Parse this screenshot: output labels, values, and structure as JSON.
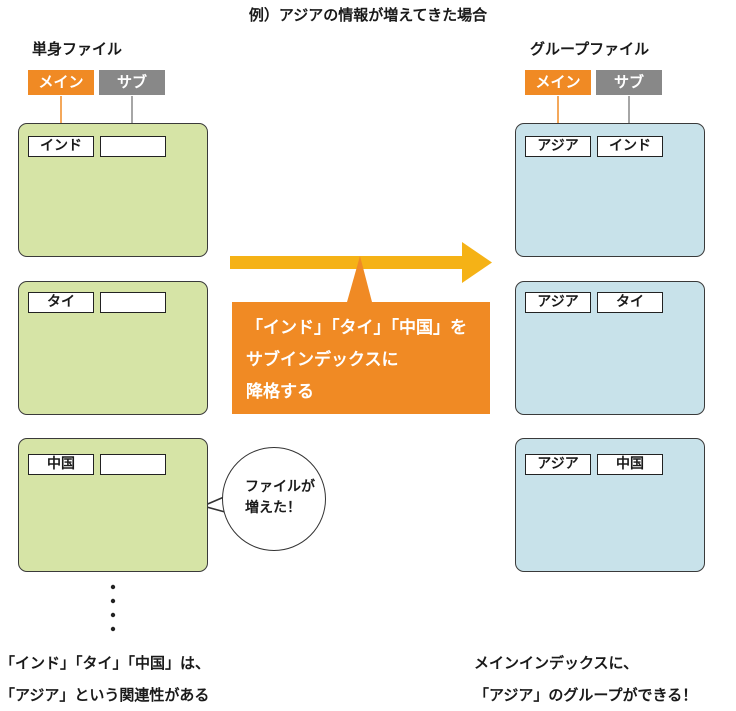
{
  "title": "例）アジアの情報が増えてきた場合",
  "left": {
    "heading": "単身ファイル",
    "main_tag": "メイン",
    "sub_tag": "サブ",
    "cards": [
      {
        "main": "インド",
        "sub": ""
      },
      {
        "main": "タイ",
        "sub": ""
      },
      {
        "main": "中国",
        "sub": ""
      }
    ],
    "caption_line1": "「インド」「タイ」「中国」は、",
    "caption_line2": "「アジア」という関連性がある"
  },
  "right": {
    "heading": "グループファイル",
    "main_tag": "メイン",
    "sub_tag": "サブ",
    "cards": [
      {
        "main": "アジア",
        "sub": "インド"
      },
      {
        "main": "アジア",
        "sub": "タイ"
      },
      {
        "main": "アジア",
        "sub": "中国"
      }
    ],
    "caption_line1": "メインインデックスに、",
    "caption_line2": "「アジア」のグループができる！"
  },
  "callout": {
    "line1": "「インド」「タイ」「中国」を",
    "line2": "サブインデックスに",
    "line3": "降格する"
  },
  "bubble": {
    "line1": "ファイルが",
    "line2": "増えた！"
  },
  "colors": {
    "accent": "#f08a24",
    "sub_tag": "#888888",
    "arrow": "#f5b216",
    "card_green": "#d6e4a6",
    "card_blue": "#c8e2ea"
  }
}
